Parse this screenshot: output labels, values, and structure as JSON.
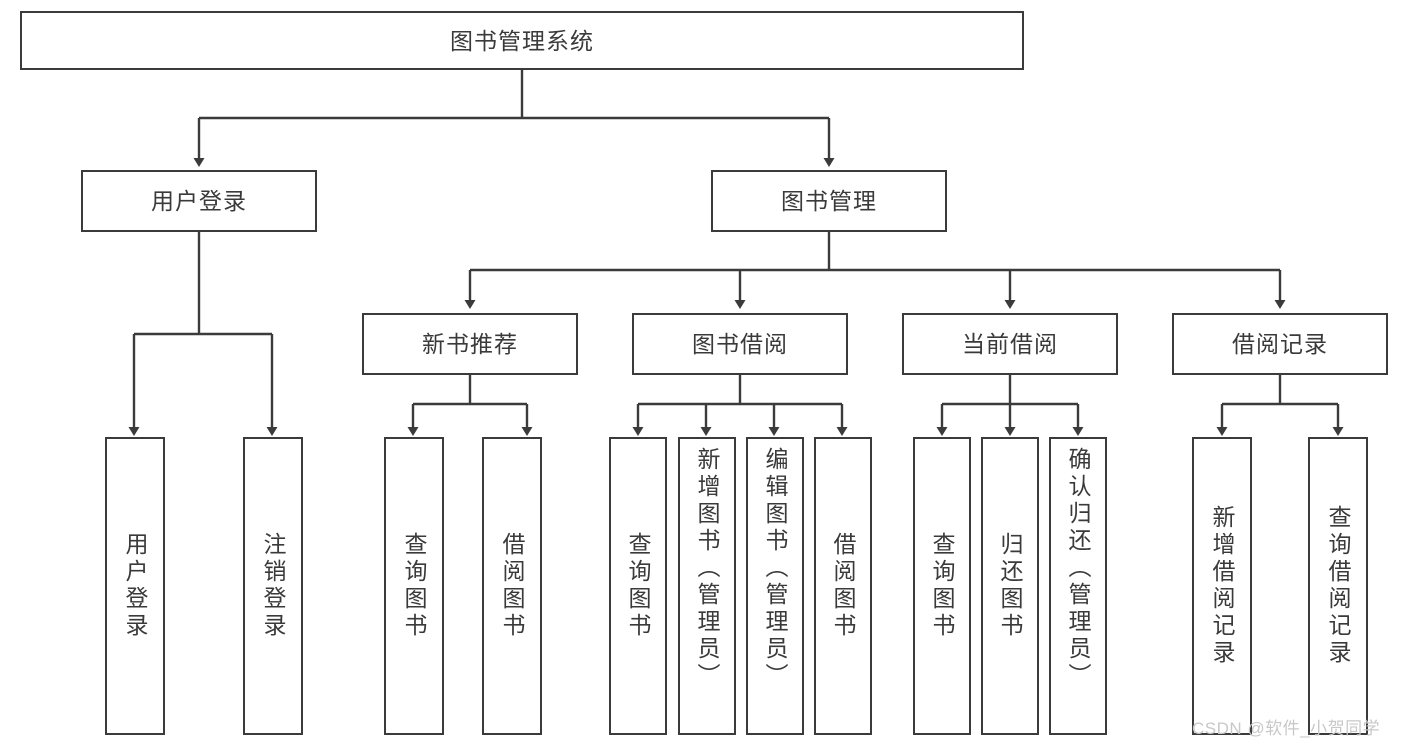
{
  "diagram": {
    "title": "图书管理系统",
    "type": "hierarchy-tree",
    "levels": 4,
    "watermark": "CSDN @软件_小贺同学",
    "colors": {
      "box_border": "#3b3b3b",
      "box_fill": "#ffffff",
      "edge": "#3b3b3b",
      "text": "#3a3a3a",
      "watermark": "#c8c8c8"
    }
  },
  "nodes": {
    "root": {
      "label": "图书管理系统",
      "level": 1,
      "orientation": "horizontal"
    },
    "l2": [
      {
        "id": "user-login",
        "label": "用户登录",
        "level": 2,
        "orientation": "horizontal"
      },
      {
        "id": "book-management",
        "label": "图书管理",
        "level": 2,
        "orientation": "horizontal"
      }
    ],
    "l3": [
      {
        "id": "new-book-recommend",
        "label": "新书推荐",
        "level": 3,
        "orientation": "horizontal"
      },
      {
        "id": "book-borrow",
        "label": "图书借阅",
        "level": 3,
        "orientation": "horizontal"
      },
      {
        "id": "current-borrow",
        "label": "当前借阅",
        "level": 3,
        "orientation": "horizontal"
      },
      {
        "id": "borrow-record",
        "label": "借阅记录",
        "level": 3,
        "orientation": "horizontal"
      }
    ],
    "l4": {
      "user_login_children": [
        {
          "id": "leaf-user-login",
          "label": "用户登录"
        },
        {
          "id": "leaf-logout-login",
          "label": "注销登录"
        }
      ],
      "new_book_recommend_children": [
        {
          "id": "leaf-query-book-1",
          "label": "查询图书"
        },
        {
          "id": "leaf-borrow-book-1",
          "label": "借阅图书"
        }
      ],
      "book_borrow_children": [
        {
          "id": "leaf-query-book-2",
          "label": "查询图书"
        },
        {
          "id": "leaf-add-book",
          "label": "新增图书（管理员）"
        },
        {
          "id": "leaf-edit-book",
          "label": "编辑图书（管理员）"
        },
        {
          "id": "leaf-borrow-book-2",
          "label": "借阅图书"
        }
      ],
      "current_borrow_children": [
        {
          "id": "leaf-query-book-3",
          "label": "查询图书"
        },
        {
          "id": "leaf-return-book",
          "label": "归还图书"
        },
        {
          "id": "leaf-confirm-return",
          "label": "确认归还（管理员）"
        }
      ],
      "borrow_record_children": [
        {
          "id": "leaf-add-borrow-record",
          "label": "新增借阅记录"
        },
        {
          "id": "leaf-query-borrow-record",
          "label": "查询借阅记录"
        }
      ]
    }
  }
}
